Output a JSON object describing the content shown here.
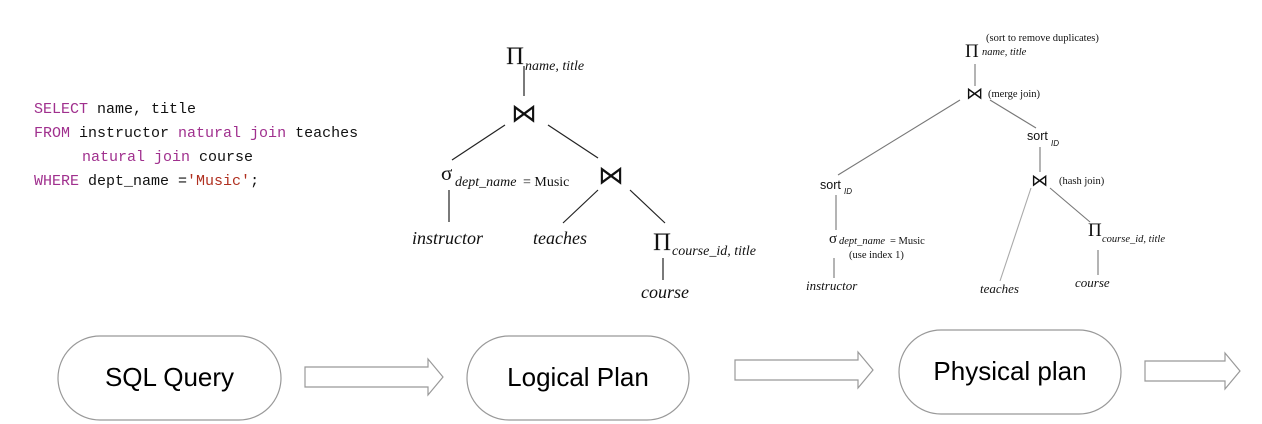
{
  "sql": {
    "kw_select": "SELECT",
    "cols": " name, title",
    "kw_from": "FROM",
    "tbl1": " instructor ",
    "kw_nj1": "natural join",
    "tbl2": " teaches",
    "kw_nj2": "natural join",
    "tbl3": " course",
    "kw_where": "WHERE",
    "cond": " dept_name =",
    "literal": "'Music'",
    "end": ";"
  },
  "logical_plan": {
    "pi": "Π",
    "proj_attrs": "name, title",
    "join": "⋈",
    "sigma": "σ",
    "sel_attr": "dept_name",
    "sel_cond": "= Music",
    "leaf_instructor": "instructor",
    "leaf_teaches": "teaches",
    "proj2_attrs": "course_id, title",
    "leaf_course": "course"
  },
  "physical_plan": {
    "pi": "Π",
    "proj_attrs": "name, title",
    "proj_note": "(sort to remove duplicates)",
    "join": "⋈",
    "merge_note": "(merge join)",
    "sort": "sort",
    "sort_sub": "ID",
    "hash_note": "(hash join)",
    "sigma": "σ",
    "sel_attr": "dept_name",
    "sel_cond": "= Music",
    "index_note": "(use index 1)",
    "leaf_instructor": "instructor",
    "leaf_teaches": "teaches",
    "proj2_attrs": "course_id, title",
    "leaf_course": "course"
  },
  "pipeline": {
    "stage1": "SQL Query",
    "stage2": "Logical Plan",
    "stage3": "Physical plan"
  }
}
